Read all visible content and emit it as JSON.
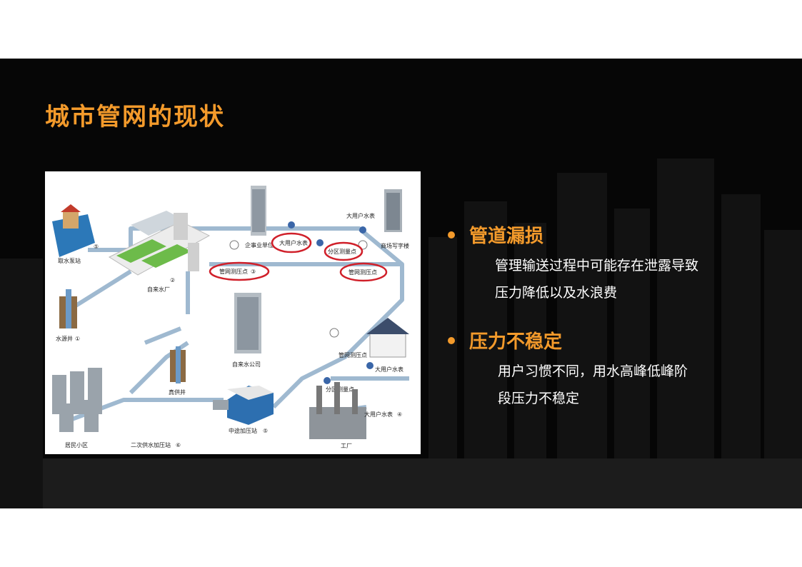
{
  "title": "城市管网的现状",
  "diagram_labels": {
    "qushui": "取水泵站",
    "zilaishui_chang": "自来水厂",
    "shuiyuan_jing": "水源井",
    "qiye": "企事业单位",
    "dayonghu_top": "大用户水表",
    "shangchang": "商场写字楼",
    "dayonghu_tr": "大用户水表",
    "fenqu_top": "分区测量点",
    "guanwang_3": "管网测压点",
    "guanwang_r": "管网测压点",
    "zilaishui_gongsi": "自来水公司",
    "guanwang_mid": "管网测压点",
    "dayonghu_mid": "大用户水表",
    "fenqu_mid": "分区测量点",
    "zhengong": "真供井",
    "zhongtu": "中途加压站",
    "dayonghu_4": "大用户水表",
    "juminxiaoqu": "居民小区",
    "erci": "二次供水加压站",
    "gongchang": "工厂"
  },
  "bullets": [
    {
      "title": "管道漏损",
      "lines": [
        "管理输送过程中可能存在泄露导致",
        "压力降低以及水浪费"
      ]
    },
    {
      "title": "压力不稳定",
      "lines": [
        "用户习惯不同，用水高峰低峰阶",
        "段压力不稳定"
      ]
    }
  ],
  "colors": {
    "accent": "#f39a2b",
    "slide_bg": "#060606",
    "pipe": "#9fb9d0",
    "highlight": "#d0202a"
  }
}
